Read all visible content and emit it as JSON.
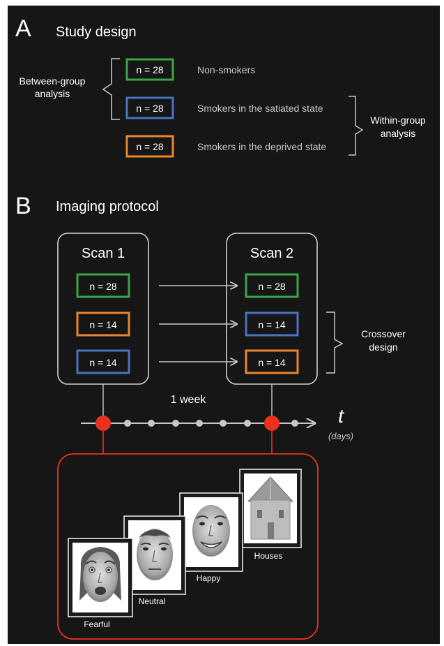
{
  "panel_a": {
    "letter": "A",
    "title": "Study design",
    "between_line1": "Between-group",
    "between_line2": "analysis",
    "within_line1": "Within-group",
    "within_line2": "analysis",
    "groups": [
      {
        "n": "n = 28",
        "label": "Non-smokers",
        "color": "#3aa546"
      },
      {
        "n": "n = 28",
        "label": "Smokers in the satiated state",
        "color": "#4a73c4"
      },
      {
        "n": "n = 28",
        "label": "Smokers in the deprived state",
        "color": "#e9852e"
      }
    ]
  },
  "panel_b": {
    "letter": "B",
    "title": "Imaging protocol",
    "scan1": {
      "title": "Scan 1",
      "boxes": [
        {
          "n": "n = 28",
          "color": "#3aa546"
        },
        {
          "n": "n = 14",
          "color": "#e9852e"
        },
        {
          "n": "n = 14",
          "color": "#4a73c4"
        }
      ]
    },
    "scan2": {
      "title": "Scan 2",
      "boxes": [
        {
          "n": "n = 28",
          "color": "#3aa546"
        },
        {
          "n": "n = 14",
          "color": "#4a73c4"
        },
        {
          "n": "n = 14",
          "color": "#e9852e"
        }
      ]
    },
    "crossover_line1": "Crossover",
    "crossover_line2": "design",
    "interval": "1 week",
    "axis_var": "t",
    "axis_unit": "(days)",
    "stimuli": [
      "Fearful",
      "Neutral",
      "Happy",
      "Houses"
    ],
    "accent": "#e8321e"
  }
}
